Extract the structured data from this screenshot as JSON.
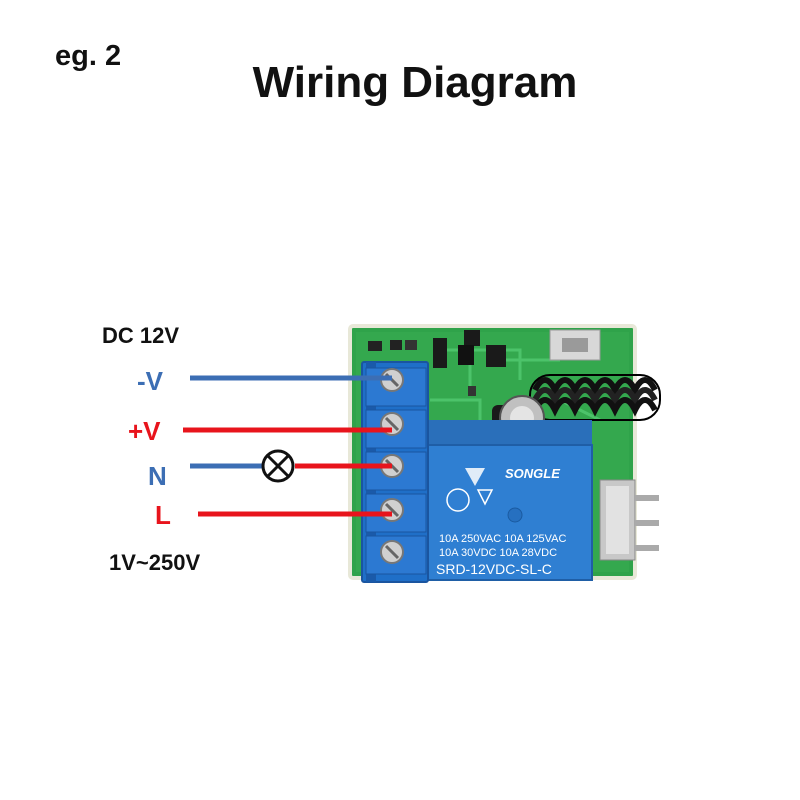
{
  "header": {
    "example_label": "eg. 2",
    "title": "Wiring Diagram"
  },
  "supply": {
    "label": "DC 12V",
    "terminals": [
      {
        "label": "-V",
        "color": "#3c6eb4"
      },
      {
        "label": "+V",
        "color": "#e8141c"
      }
    ]
  },
  "mains": {
    "label": "1V~250V",
    "terminals": [
      {
        "label": "N",
        "color": "#3c6eb4"
      },
      {
        "label": "L",
        "color": "#e8141c"
      }
    ]
  },
  "relay": {
    "brand": "SONGLE",
    "rating_line1": "10A 250VAC  10A 125VAC",
    "rating_line2": "10A  30VDC  10A  28VDC",
    "model": "SRD-12VDC-SL-C"
  },
  "colors": {
    "wire_negative": "#3c6eb4",
    "wire_positive": "#e8141c",
    "pcb": "#2fa34a",
    "terminal_block": "#1f6fc8",
    "relay_body": "#2f7fd2"
  },
  "icons": {
    "load": "lamp-symbol-icon"
  }
}
